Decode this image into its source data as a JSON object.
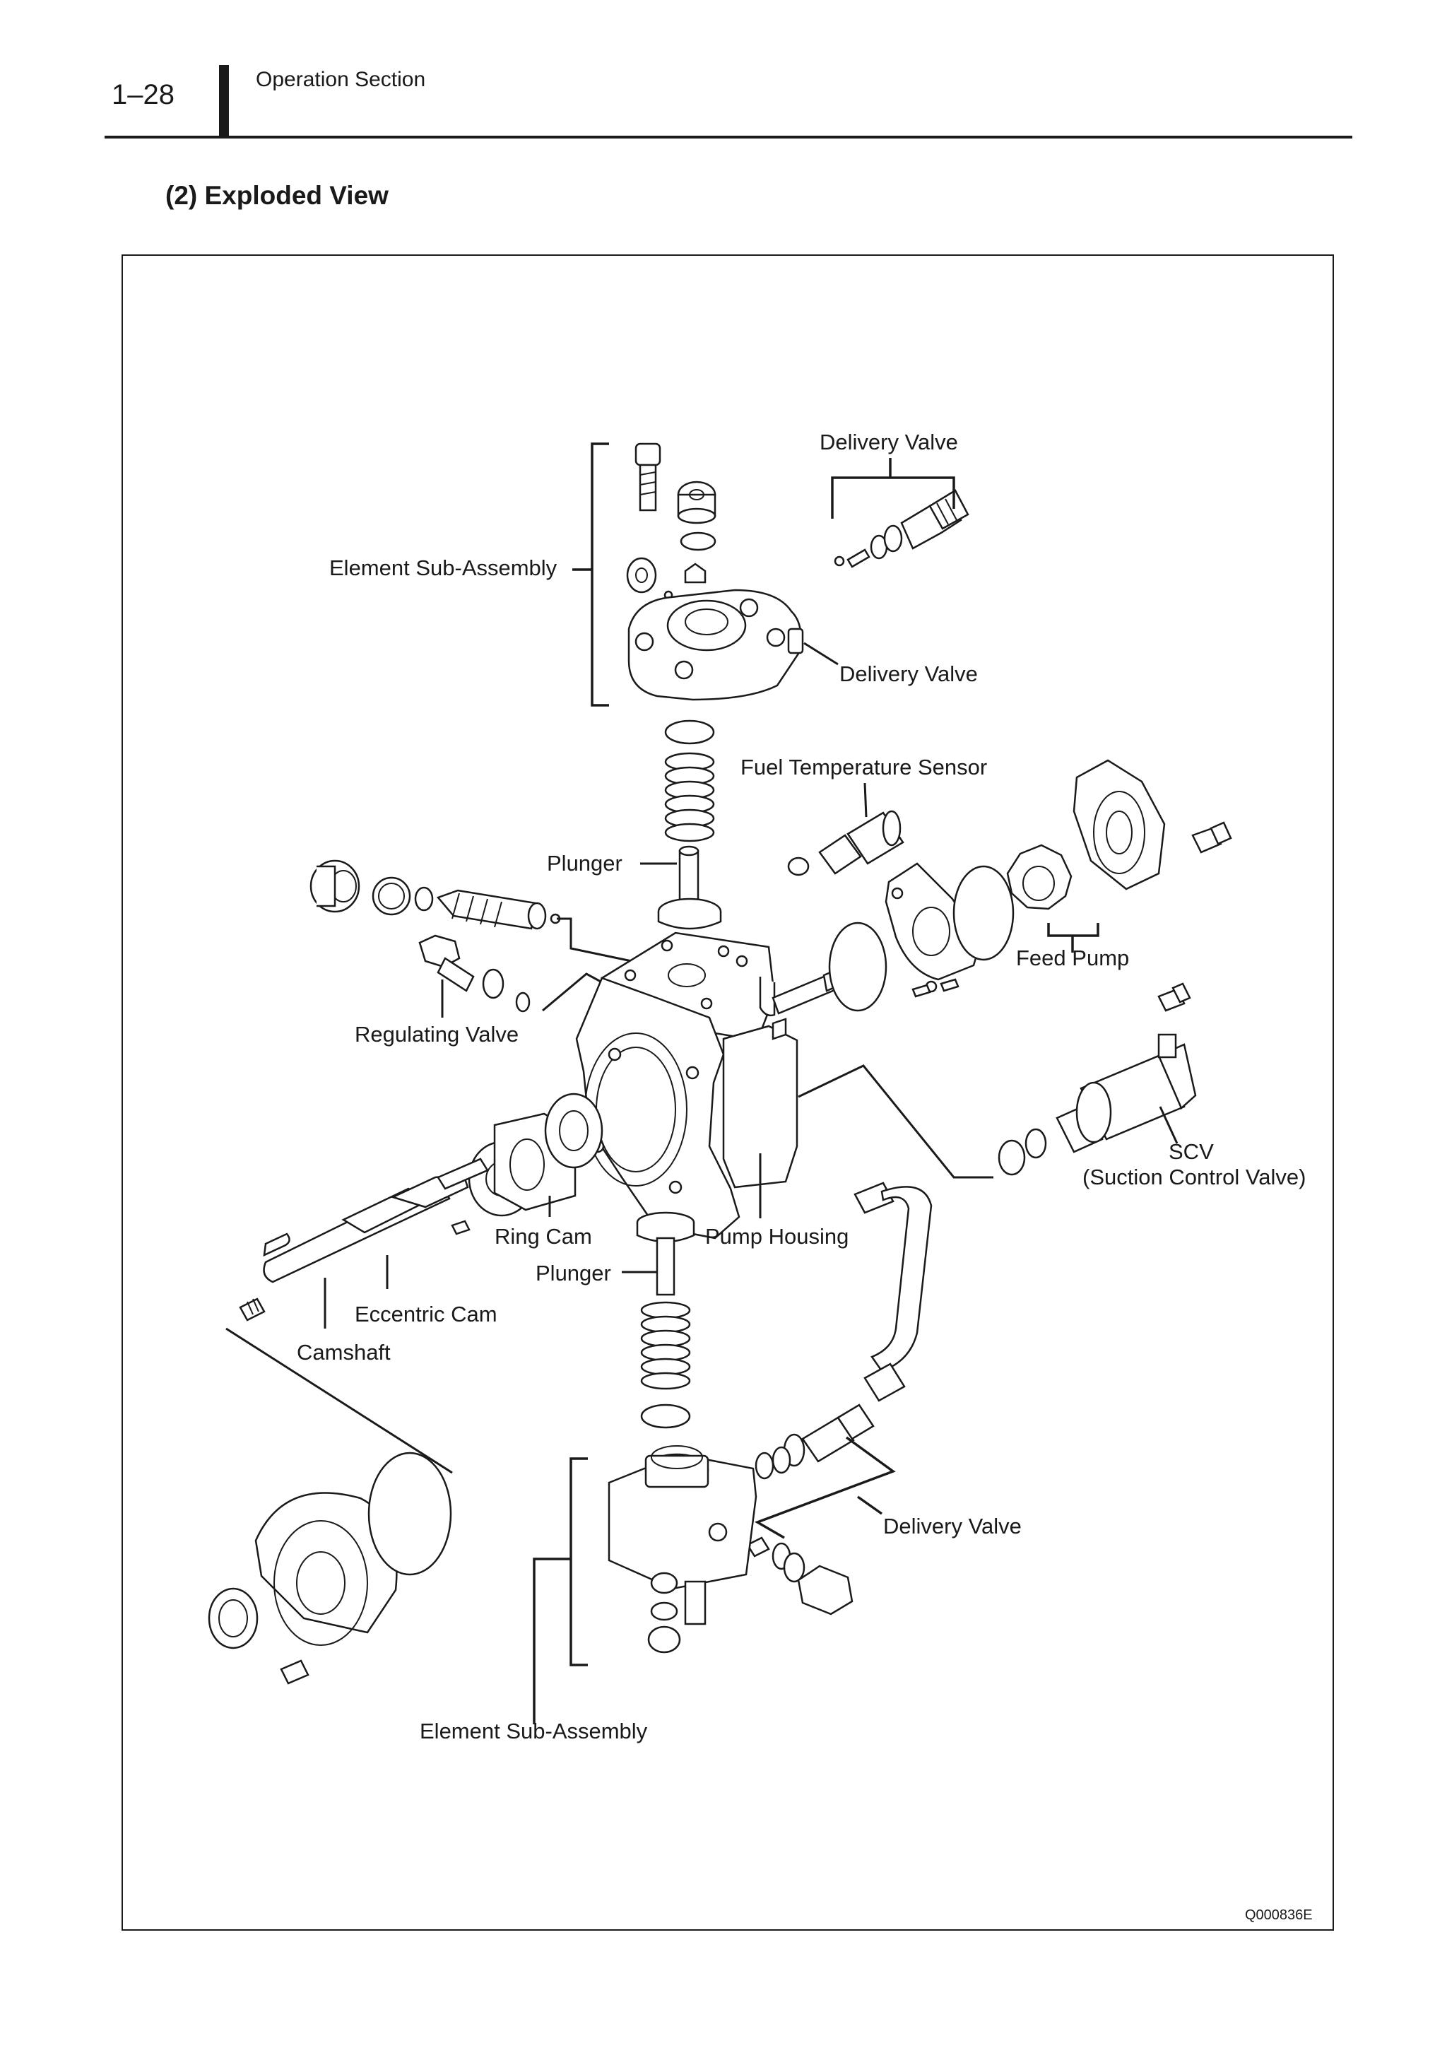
{
  "header": {
    "page_number": "1–28",
    "section": "Operation Section"
  },
  "heading": "(2)  Exploded View",
  "figure": {
    "labels": {
      "delivery_valve_top": "Delivery Valve",
      "element_sub_assembly_top": "Element Sub-Assembly",
      "delivery_valve_mid": "Delivery Valve",
      "fuel_temperature_sensor": "Fuel Temperature Sensor",
      "plunger_top": "Plunger",
      "feed_pump": "Feed Pump",
      "regulating_valve": "Regulating Valve",
      "scv_line1": "SCV",
      "scv_line2": "(Suction Control Valve)",
      "ring_cam": "Ring Cam",
      "pump_housing": "Pump Housing",
      "plunger_bottom": "Plunger",
      "eccentric_cam": "Eccentric Cam",
      "camshaft": "Camshaft",
      "delivery_valve_bottom": "Delivery Valve",
      "element_sub_assembly_bottom": "Element Sub-Assembly"
    },
    "code": "Q000836E"
  }
}
